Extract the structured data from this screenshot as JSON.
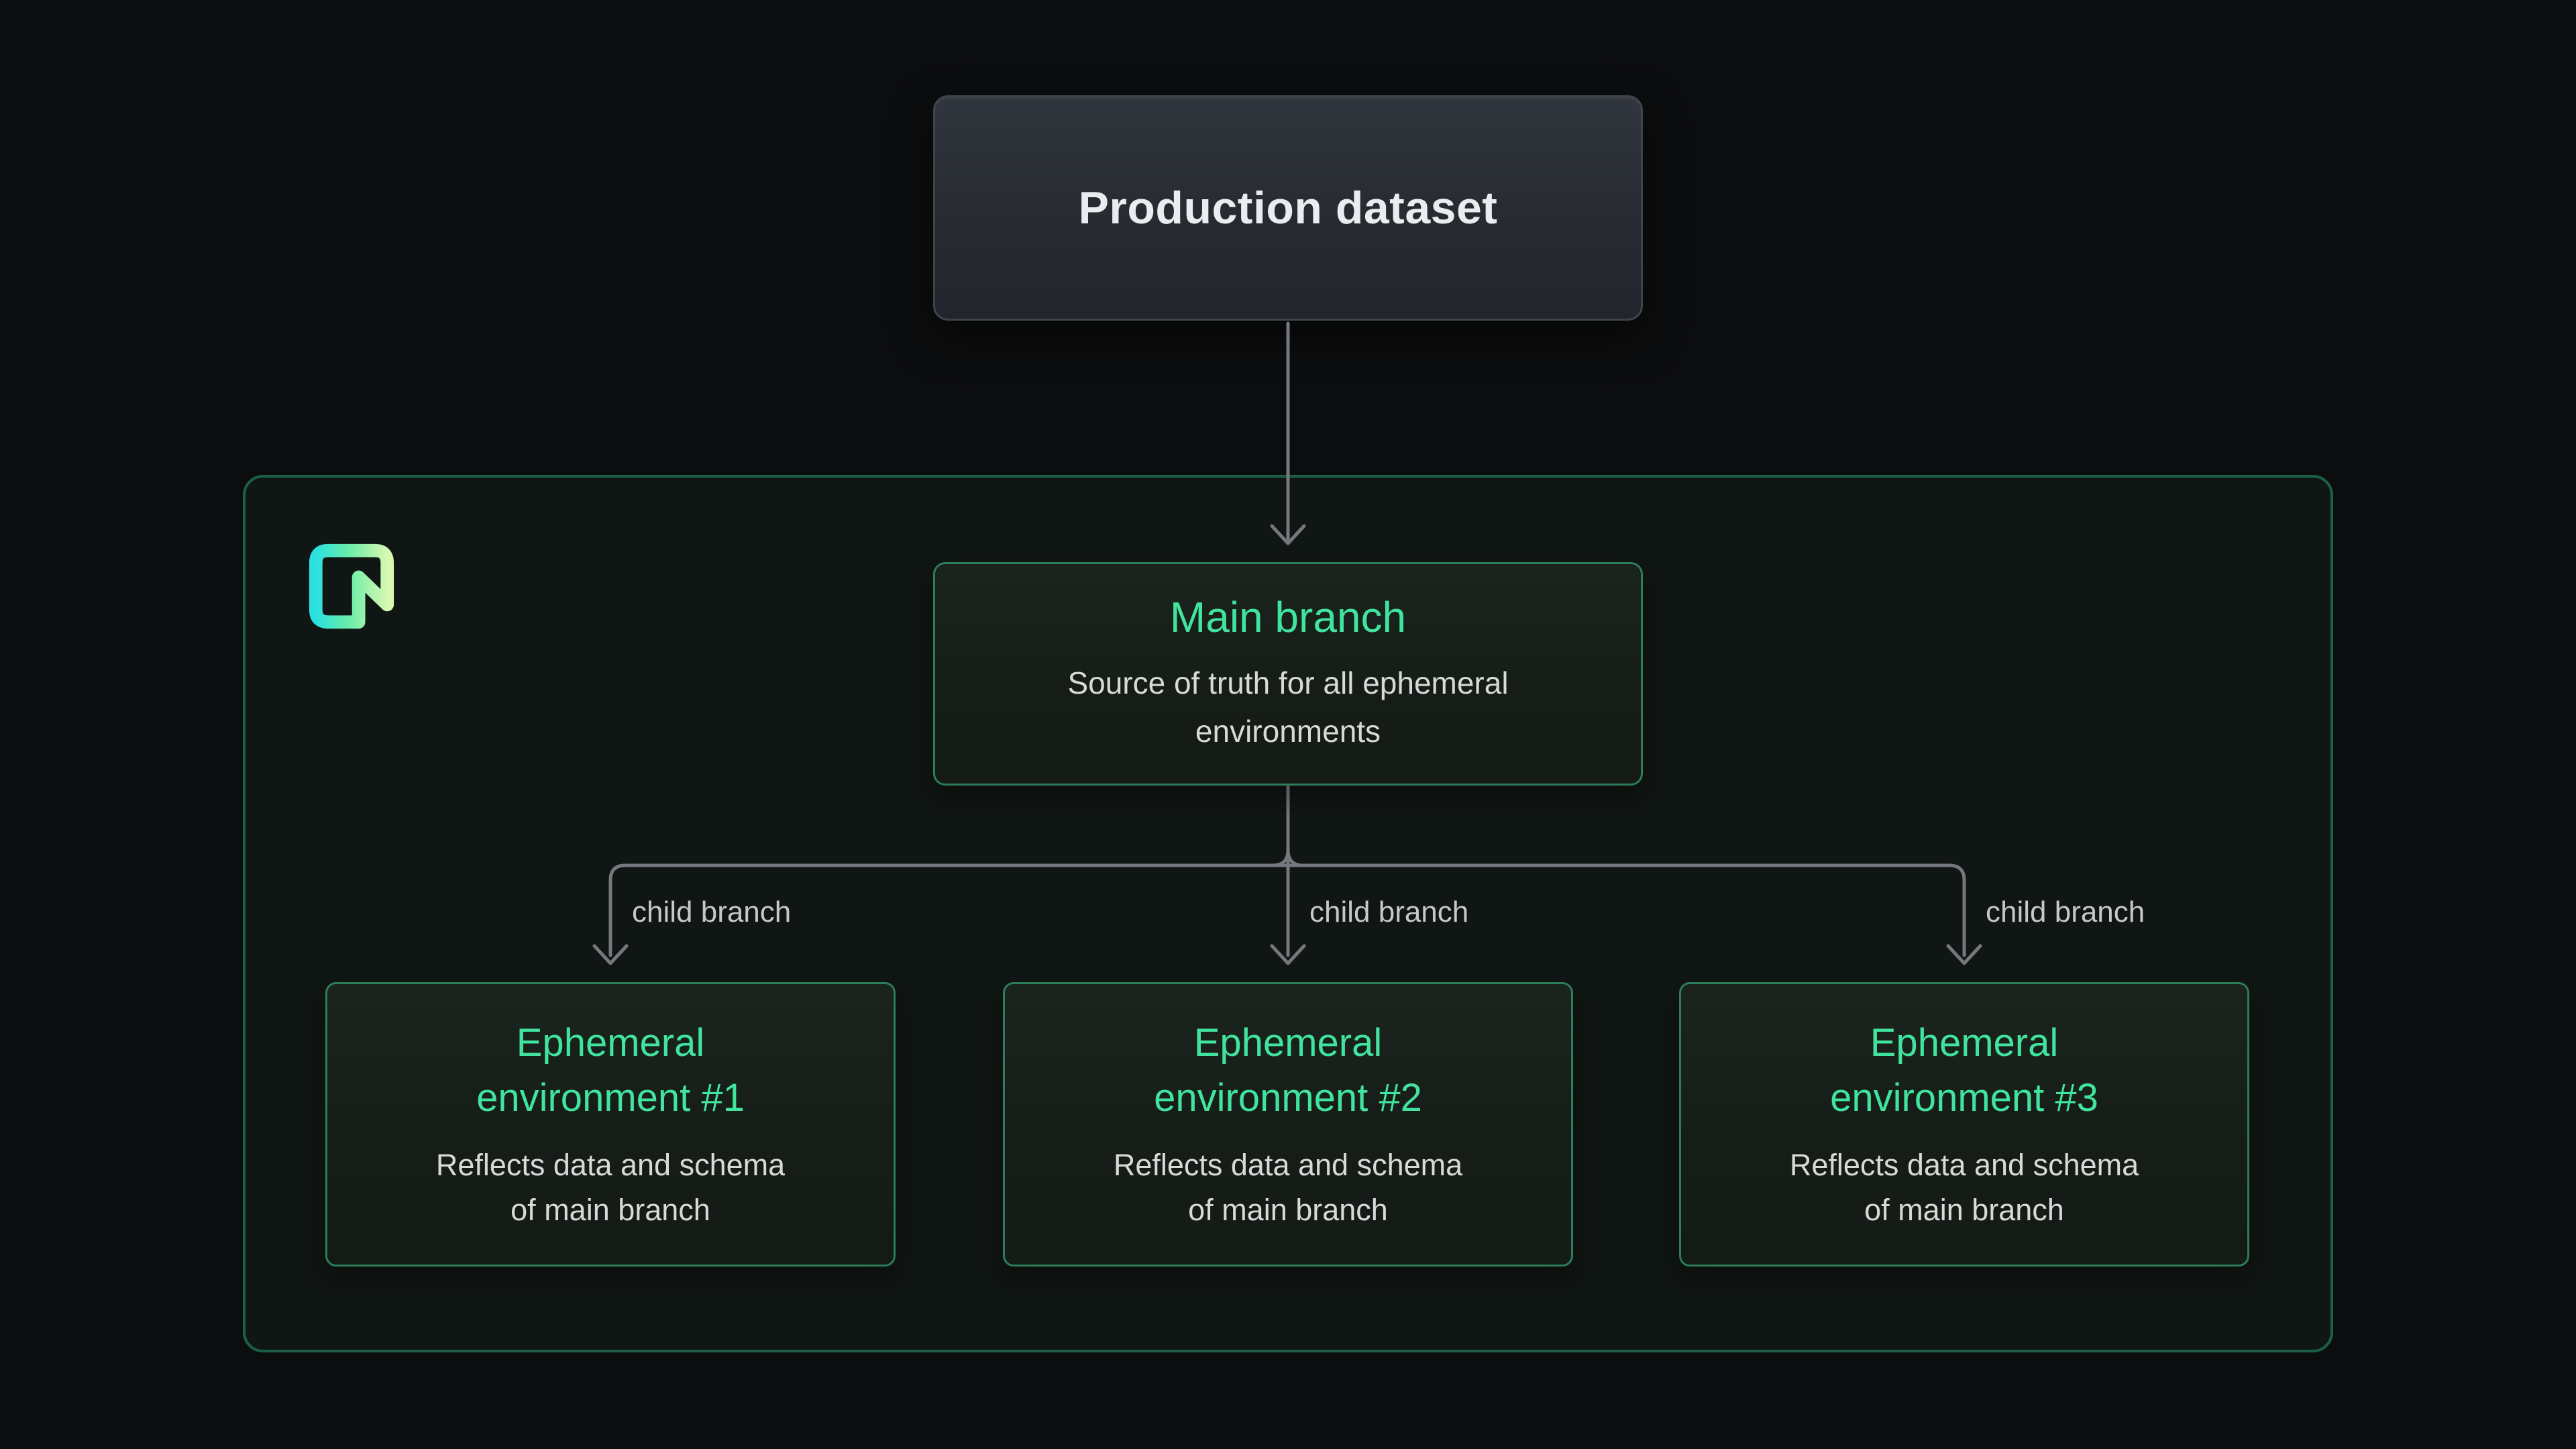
{
  "page": {
    "background_color": "#0c0d0e",
    "accent_green": "#41e49e",
    "box_border_green": "#2d7c5a",
    "container_border_green": "#1d5f46",
    "connector_gray": "#75797f",
    "logo_gradient": [
      "#2ae1df",
      "#68eda9",
      "#d6f8b1"
    ]
  },
  "production": {
    "title": "Production dataset"
  },
  "main_branch": {
    "title": "Main branch",
    "description_line1": "Source of truth for all ephemeral",
    "description_line2": "environments"
  },
  "tree": {
    "child_label": "child branch"
  },
  "environments": [
    {
      "title_line1": "Ephemeral",
      "title_line2": "environment #1",
      "description_line1": "Reflects data and schema",
      "description_line2": "of main branch"
    },
    {
      "title_line1": "Ephemeral",
      "title_line2": "environment #2",
      "description_line1": "Reflects data and schema",
      "description_line2": "of main branch"
    },
    {
      "title_line1": "Ephemeral",
      "title_line2": "environment #3",
      "description_line1": "Reflects data and schema",
      "description_line2": "of main branch"
    }
  ],
  "icons": {
    "logo": "neon-logo"
  }
}
